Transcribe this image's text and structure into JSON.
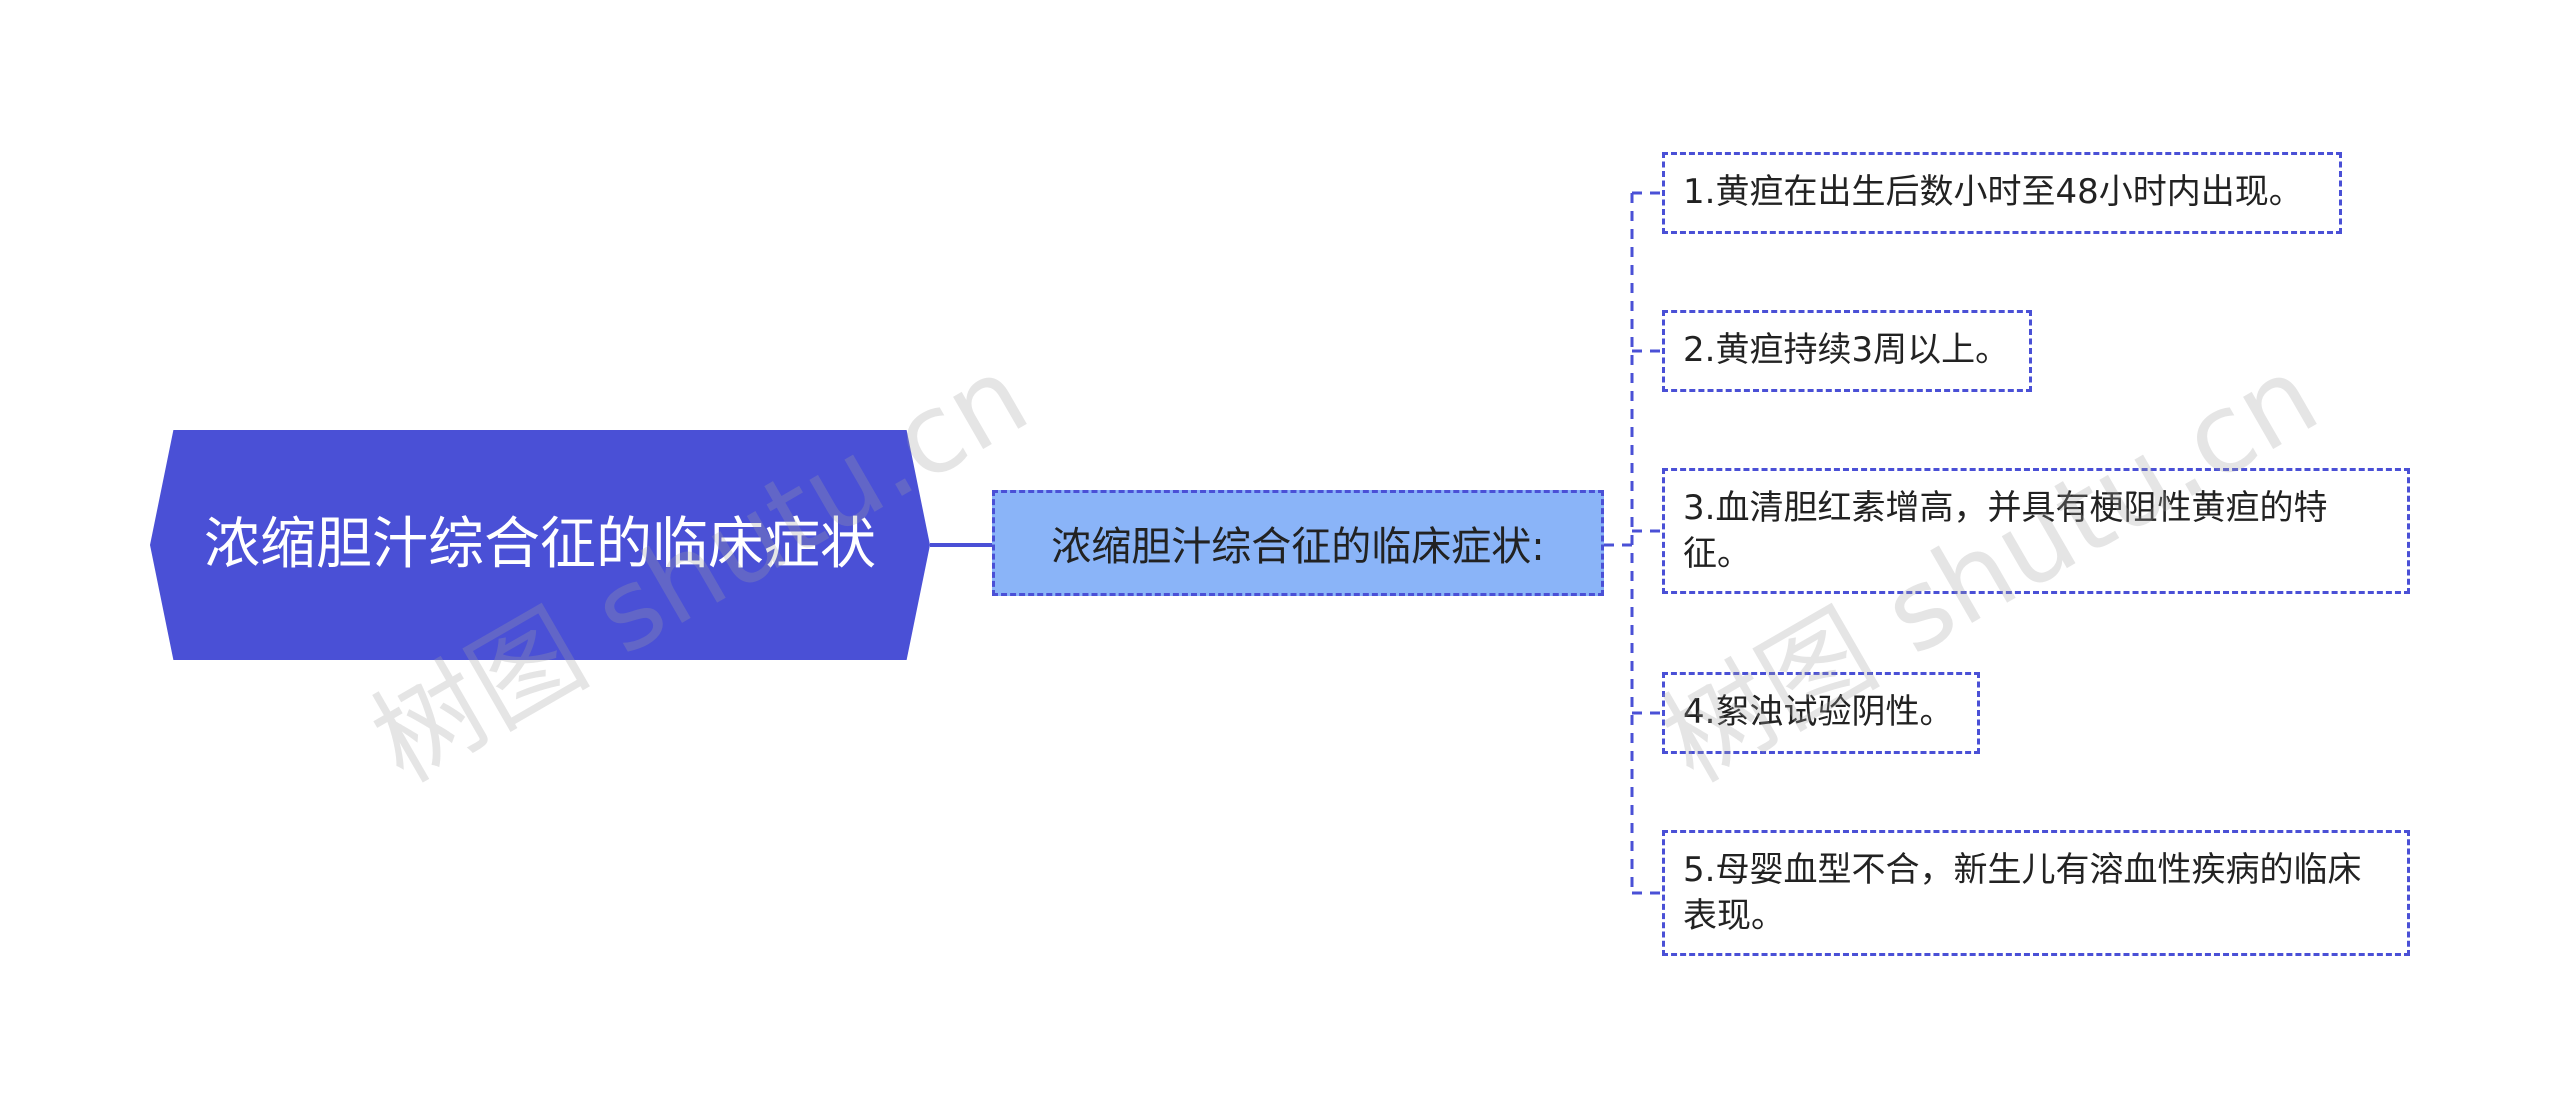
{
  "mindmap": {
    "root": "浓缩胆汁综合征的临床症状",
    "branch": "浓缩胆汁综合征的临床症状:",
    "leaves": [
      "1.黄疸在出生后数小时至48小时内出现。",
      "2.黄疸持续3周以上。",
      "3.血清胆红素增高，并具有梗阻性黄疸的特征。",
      "4.絮浊试验阴性。",
      "5.母婴血型不合，新生儿有溶血性疾病的临床表现。"
    ]
  },
  "watermark": {
    "text": "树图 shutu.cn"
  },
  "colors": {
    "root_fill": "#4a50d6",
    "branch_fill": "#8ab4f8",
    "border": "#4a50d6",
    "connector": "#4a50d6"
  }
}
